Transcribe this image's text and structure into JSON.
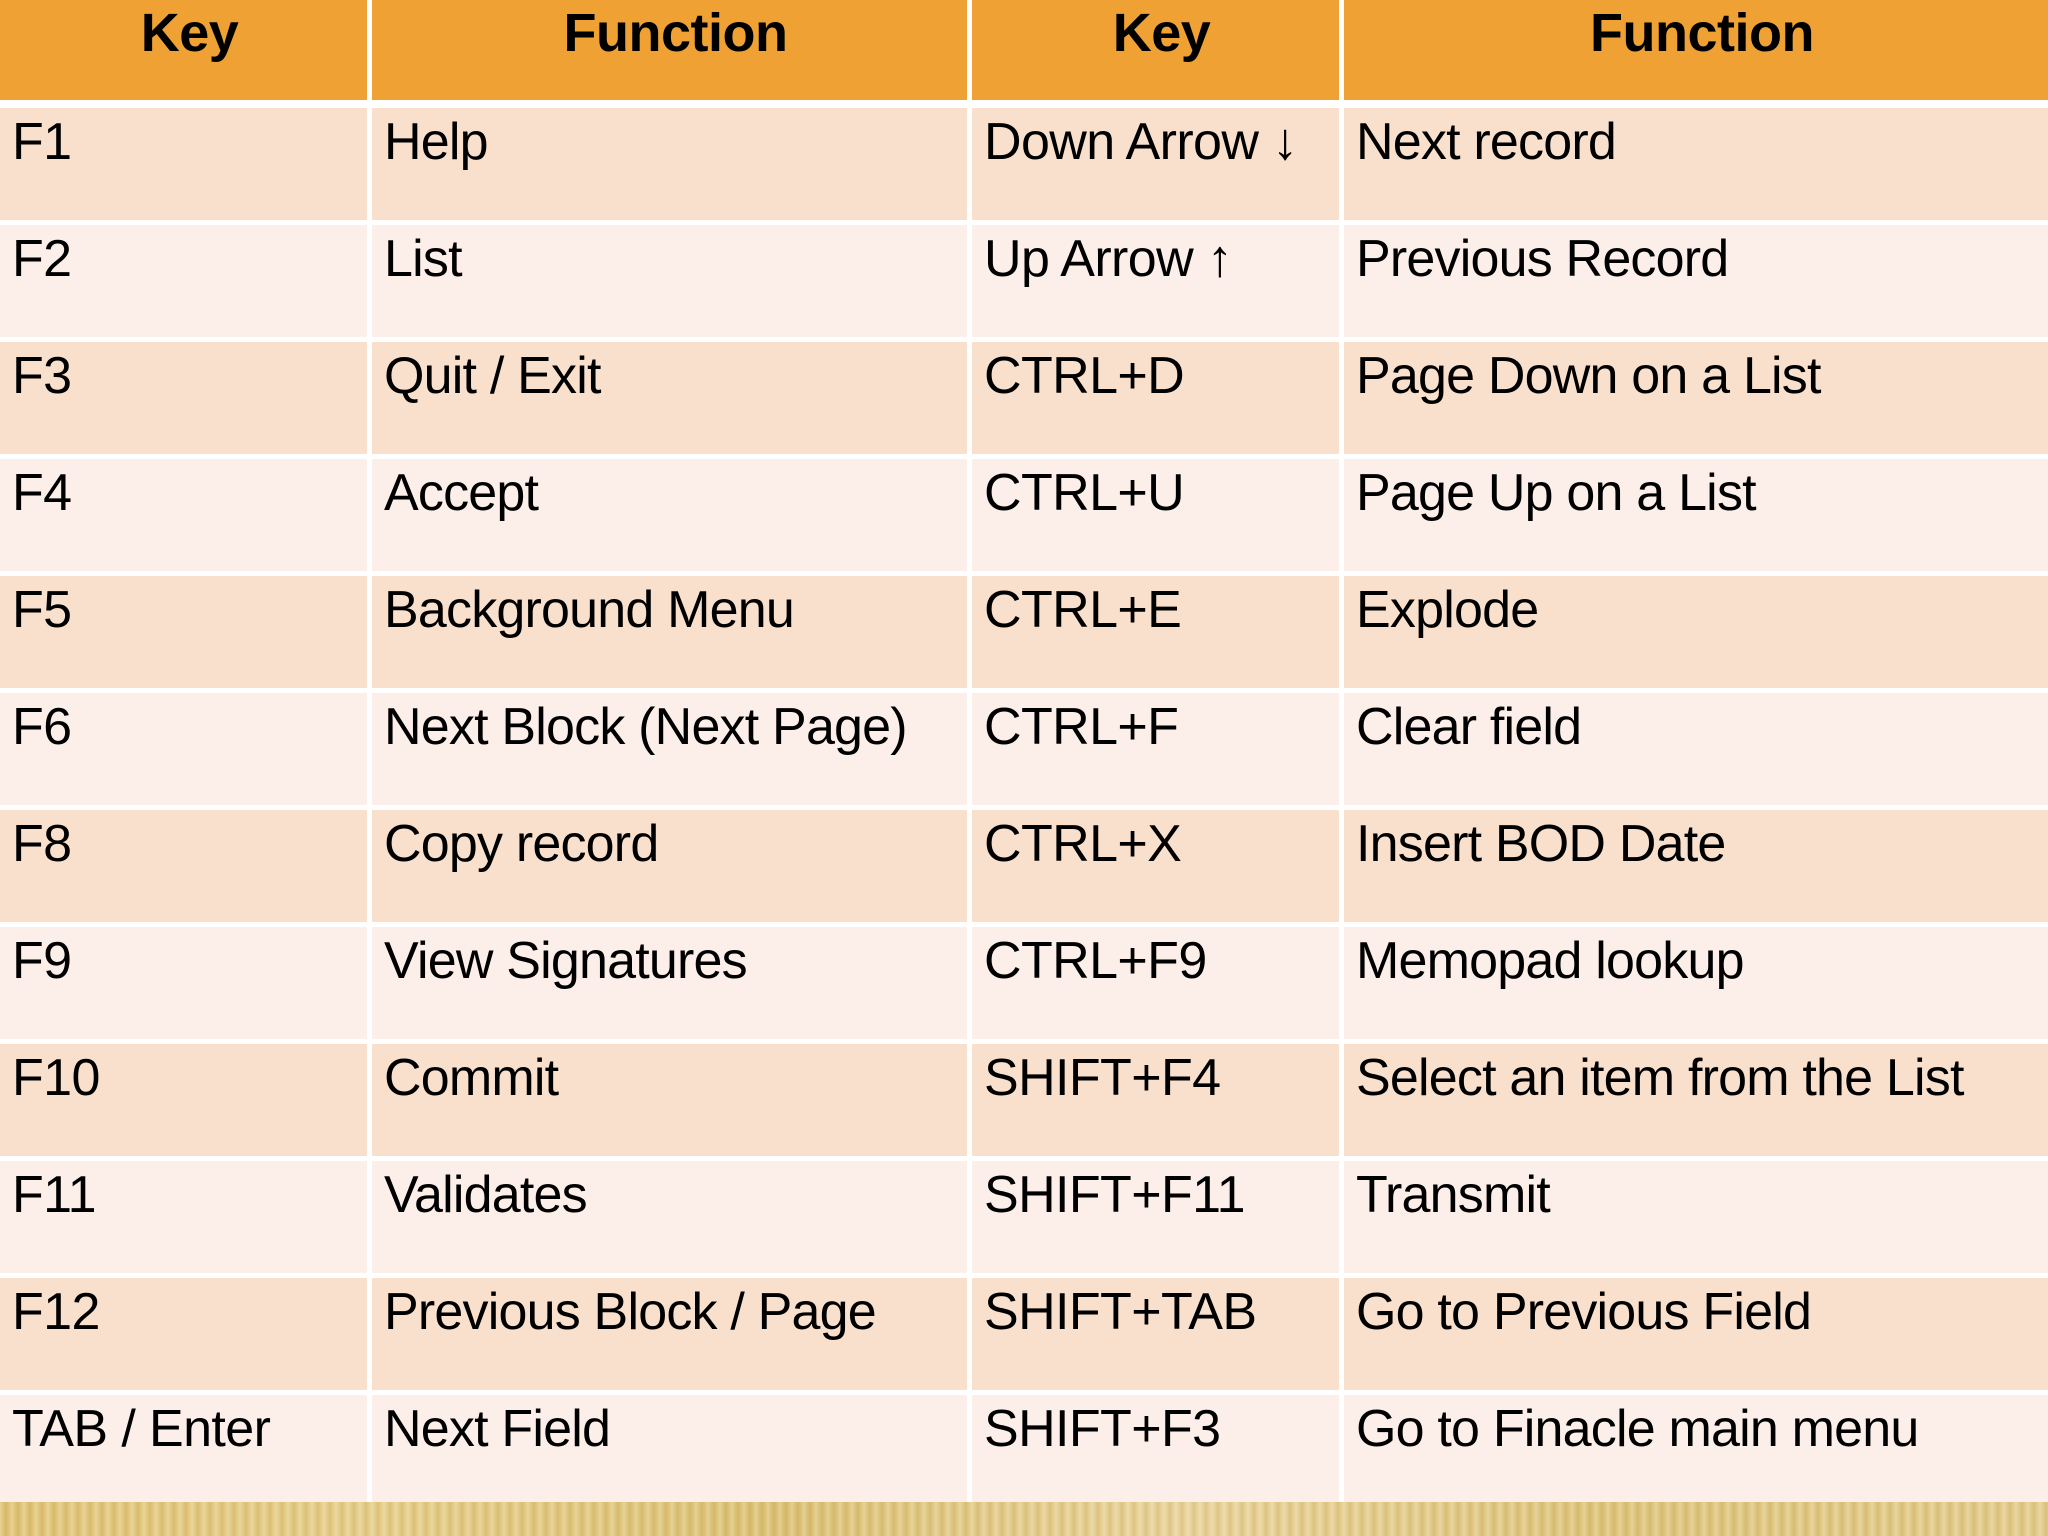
{
  "table": {
    "headers": [
      "Key",
      "Function",
      "Key",
      "Function"
    ],
    "rows": [
      {
        "key_left": "F1",
        "function_left": "Help",
        "key_right": "Down Arrow ↓",
        "function_right": "Next record"
      },
      {
        "key_left": "F2",
        "function_left": "List",
        "key_right": "Up Arrow ↑",
        "function_right": "Previous Record"
      },
      {
        "key_left": "F3",
        "function_left": "Quit / Exit",
        "key_right": "CTRL+D",
        "function_right": "Page Down on a List"
      },
      {
        "key_left": "F4",
        "function_left": "Accept",
        "key_right": "CTRL+U",
        "function_right": "Page Up on a List"
      },
      {
        "key_left": "F5",
        "function_left": "Background Menu",
        "key_right": "CTRL+E",
        "function_right": "Explode"
      },
      {
        "key_left": "F6",
        "function_left": "Next Block (Next Page)",
        "key_right": "CTRL+F",
        "function_right": "Clear field"
      },
      {
        "key_left": "F8",
        "function_left": "Copy record",
        "key_right": "CTRL+X",
        "function_right": "Insert BOD Date"
      },
      {
        "key_left": "F9",
        "function_left": "View Signatures",
        "key_right": "CTRL+F9",
        "function_right": "Memopad lookup"
      },
      {
        "key_left": "F10",
        "function_left": "Commit",
        "key_right": "SHIFT+F4",
        "function_right": "Select an item from the List"
      },
      {
        "key_left": "F11",
        "function_left": "Validates",
        "key_right": "SHIFT+F11",
        "function_right": "Transmit"
      },
      {
        "key_left": "F12",
        "function_left": "Previous Block / Page",
        "key_right": "SHIFT+TAB",
        "function_right": "Go to Previous Field"
      },
      {
        "key_left": "TAB / Enter",
        "function_left": "Next Field",
        "key_right": "SHIFT+F3",
        "function_right": "Go to Finacle main menu"
      }
    ]
  },
  "colors": {
    "header_background": "#EFA233",
    "row_odd_background": "#F9E0CD",
    "row_even_background": "#FCEFE9",
    "text": "#000000",
    "grid_gap": "#FFFFFF",
    "bottom_band": "#E0C478"
  }
}
